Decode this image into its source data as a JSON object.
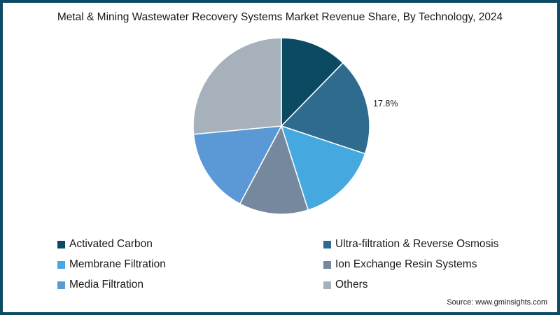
{
  "chart_data": {
    "type": "pie",
    "title": "Metal & Mining Wastewater Recovery Systems Market Revenue Share, By Technology, 2024",
    "categories": [
      "Activated Carbon",
      "Ultra-filtration & Reverse Osmosis",
      "Membrane Filtration",
      "Ion Exchange Resin Systems",
      "Media Filtration",
      "Others"
    ],
    "values": [
      12.3,
      17.8,
      15.0,
      12.7,
      15.7,
      26.5
    ],
    "colors": [
      "#0b4a62",
      "#2e6b8f",
      "#45a9df",
      "#76889e",
      "#5b99d6",
      "#a6b1bb"
    ],
    "annotations": [
      {
        "category": "Ultra-filtration & Reverse Osmosis",
        "text": "17.8%"
      }
    ],
    "legend_position": "bottom"
  },
  "title": "Metal & Mining Wastewater Recovery Systems Market Revenue Share, By Technology, 2024",
  "label": "17.8%",
  "legend": [
    "Activated Carbon",
    "Ultra-filtration & Reverse Osmosis",
    "Membrane Filtration",
    "Ion Exchange Resin Systems",
    "Media Filtration",
    "Others"
  ],
  "source": "Source: www.gminsights.com"
}
